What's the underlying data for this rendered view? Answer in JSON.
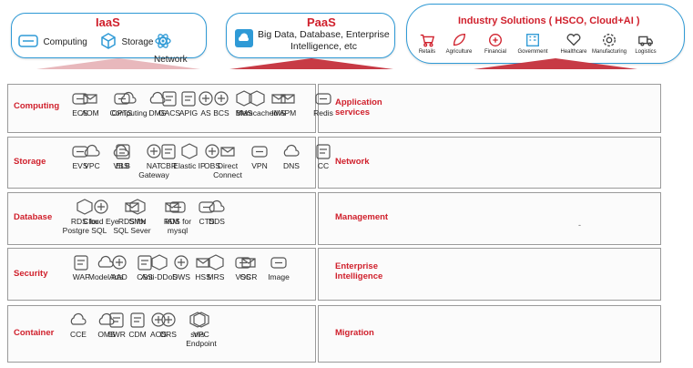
{
  "iaas": {
    "title": "IaaS",
    "items": [
      {
        "label": "Computing",
        "icon": "server-icon"
      },
      {
        "label": "Storage",
        "icon": "cube-icon"
      },
      {
        "label": "Network",
        "icon": "atom-icon"
      }
    ]
  },
  "paas": {
    "title": "PaaS",
    "line1": "Big Data, Database, Enterprise",
    "line2": "Intelligence, etc"
  },
  "industry": {
    "title": "Industry Solutions ( HSCO, Cloud+AI )",
    "items": [
      {
        "label": "Retails",
        "icon": "cart-icon"
      },
      {
        "label": "Agriculture",
        "icon": "leaf-icon"
      },
      {
        "label": "Financial",
        "icon": "coin-icon"
      },
      {
        "label": "Government",
        "icon": "building-icon"
      },
      {
        "label": "Healthcare",
        "icon": "heart-icon"
      },
      {
        "label": "Manufacturing",
        "icon": "gear-icon"
      },
      {
        "label": "Logistics",
        "icon": "truck-icon"
      }
    ]
  },
  "rows": {
    "computing": {
      "label": "Computing",
      "items": [
        "ECS",
        "Computing",
        "GACS",
        "AS",
        "BMS",
        "IMS"
      ]
    },
    "storage": {
      "label": "Storage",
      "items": [
        "EVS",
        "VBS",
        "CBR",
        "OBS"
      ]
    },
    "database": {
      "label": "Database",
      "items": [
        "RDS for\nPostgre SQL",
        "RDS for\nSQL Sever",
        "RDS for\nmysql",
        "DDS"
      ]
    },
    "security": {
      "label": "Security",
      "items": [
        "WAF",
        "AAD",
        "Anti-DDoS",
        "HSS",
        "VSS"
      ]
    },
    "container": {
      "label": "Container",
      "items": [
        "CCE",
        "SWR",
        "AOS",
        "VPC\nEndpoint"
      ]
    },
    "appservices": {
      "label": "Application\nservices",
      "items": [
        "AOM",
        "CPTS",
        "DMS",
        "APIG",
        "BCS",
        "Memcached",
        "APM",
        "Redis"
      ]
    },
    "network": {
      "label": "Network",
      "items": [
        "VPC",
        "ELB",
        "NAT\nGateway",
        "Elastic IP",
        "Direct\nConnect",
        "VPN",
        "DNS",
        "CC"
      ]
    },
    "management": {
      "label": "Management",
      "items": [
        "Cloud Eye",
        "SMN",
        "IAM",
        "CTS"
      ],
      "extra": "-"
    },
    "enterprise": {
      "label": "Enterprise\nIntelligence",
      "items": [
        "ModelArts",
        "CSS",
        "DWS",
        "MRS",
        "OCR",
        "Image"
      ]
    },
    "migration": {
      "label": "Migration",
      "items": [
        "OMS",
        "CDM",
        "DRS",
        "sms"
      ]
    }
  },
  "accent": "#d0202c",
  "frame": "#2f9ad6"
}
